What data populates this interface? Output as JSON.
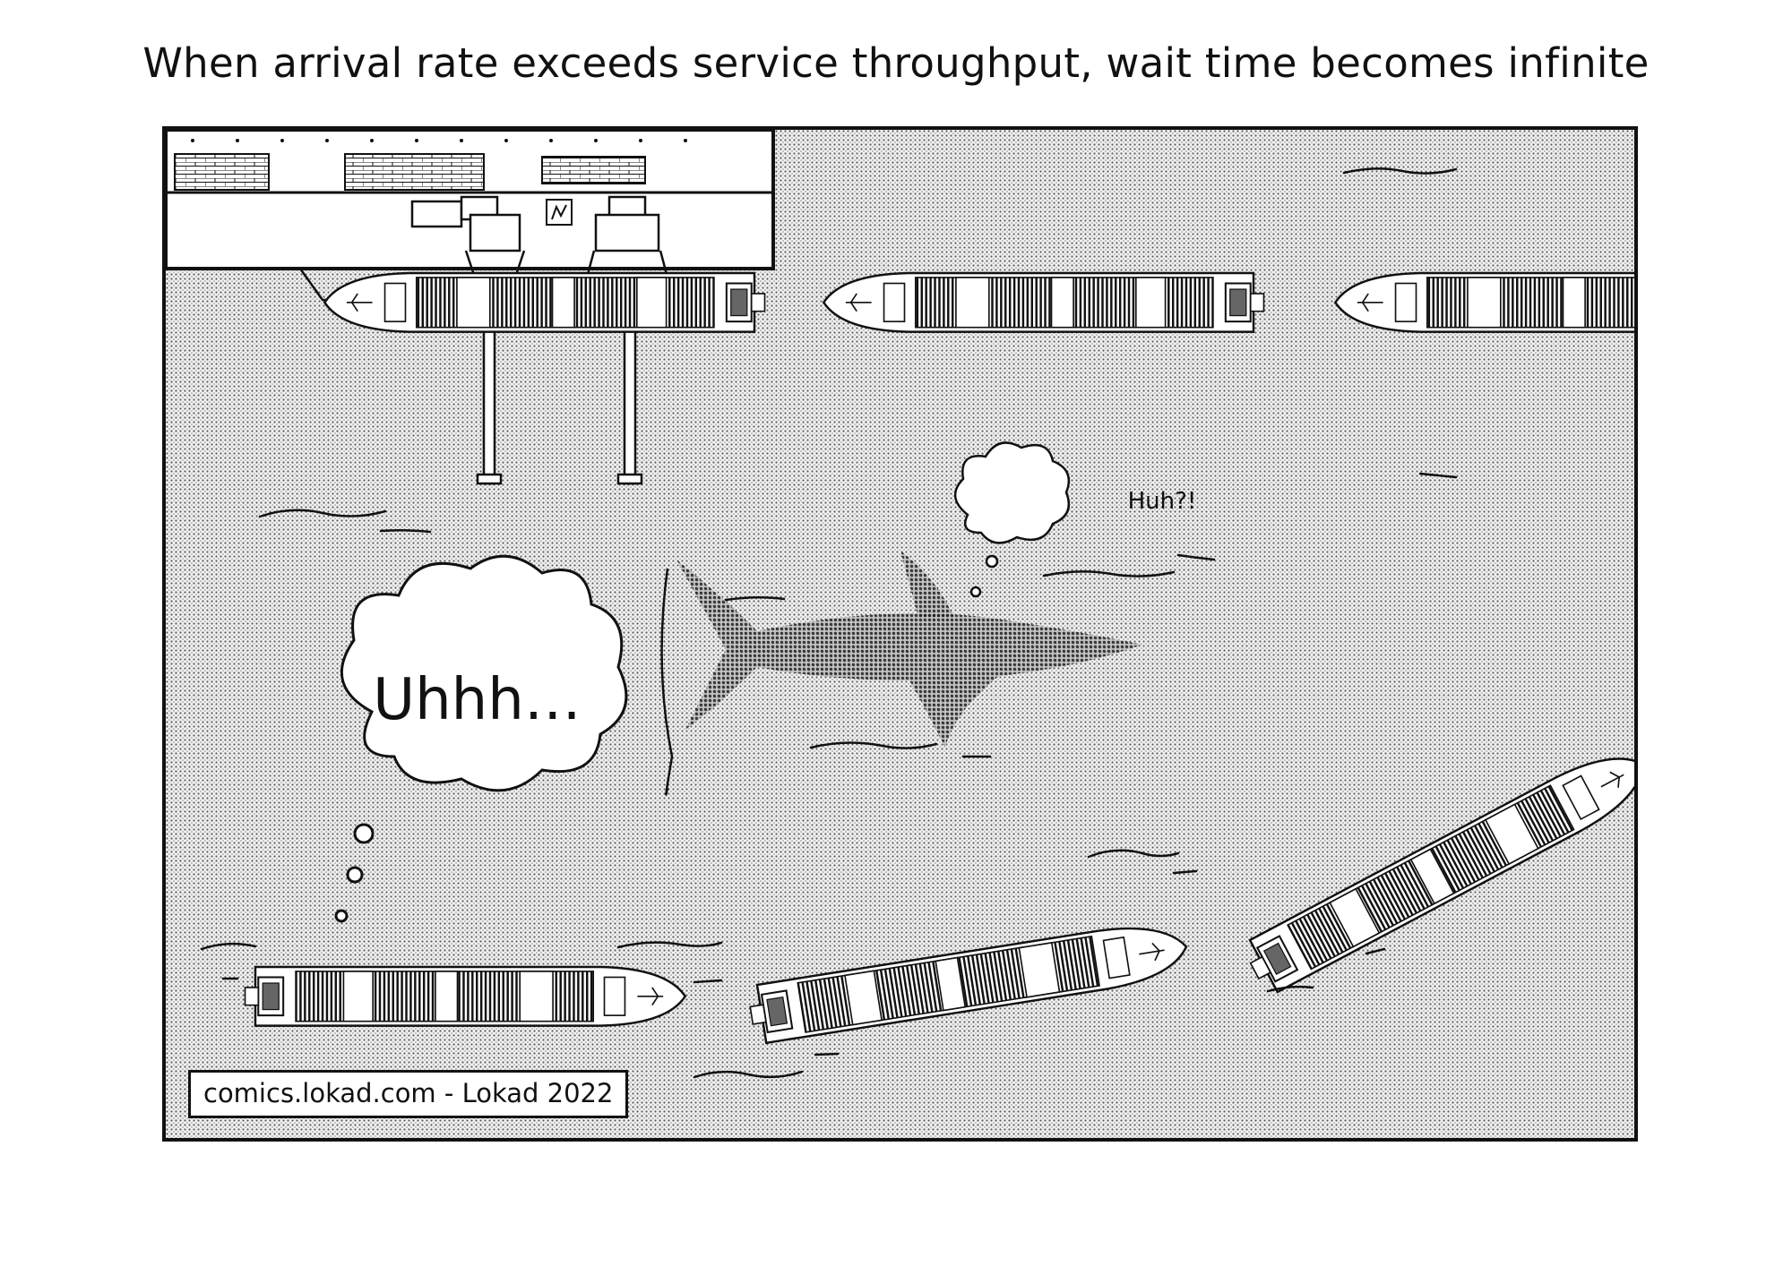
{
  "title": "When arrival rate exceeds service throughput, wait time becomes infinite",
  "bubbles": {
    "big": "Uhhh…",
    "small": "Huh?!"
  },
  "credit": "comics.lokad.com - Lokad 2022",
  "colors": {
    "ink": "#111111",
    "paper": "#ffffff",
    "sea": "#cfcfcf"
  }
}
